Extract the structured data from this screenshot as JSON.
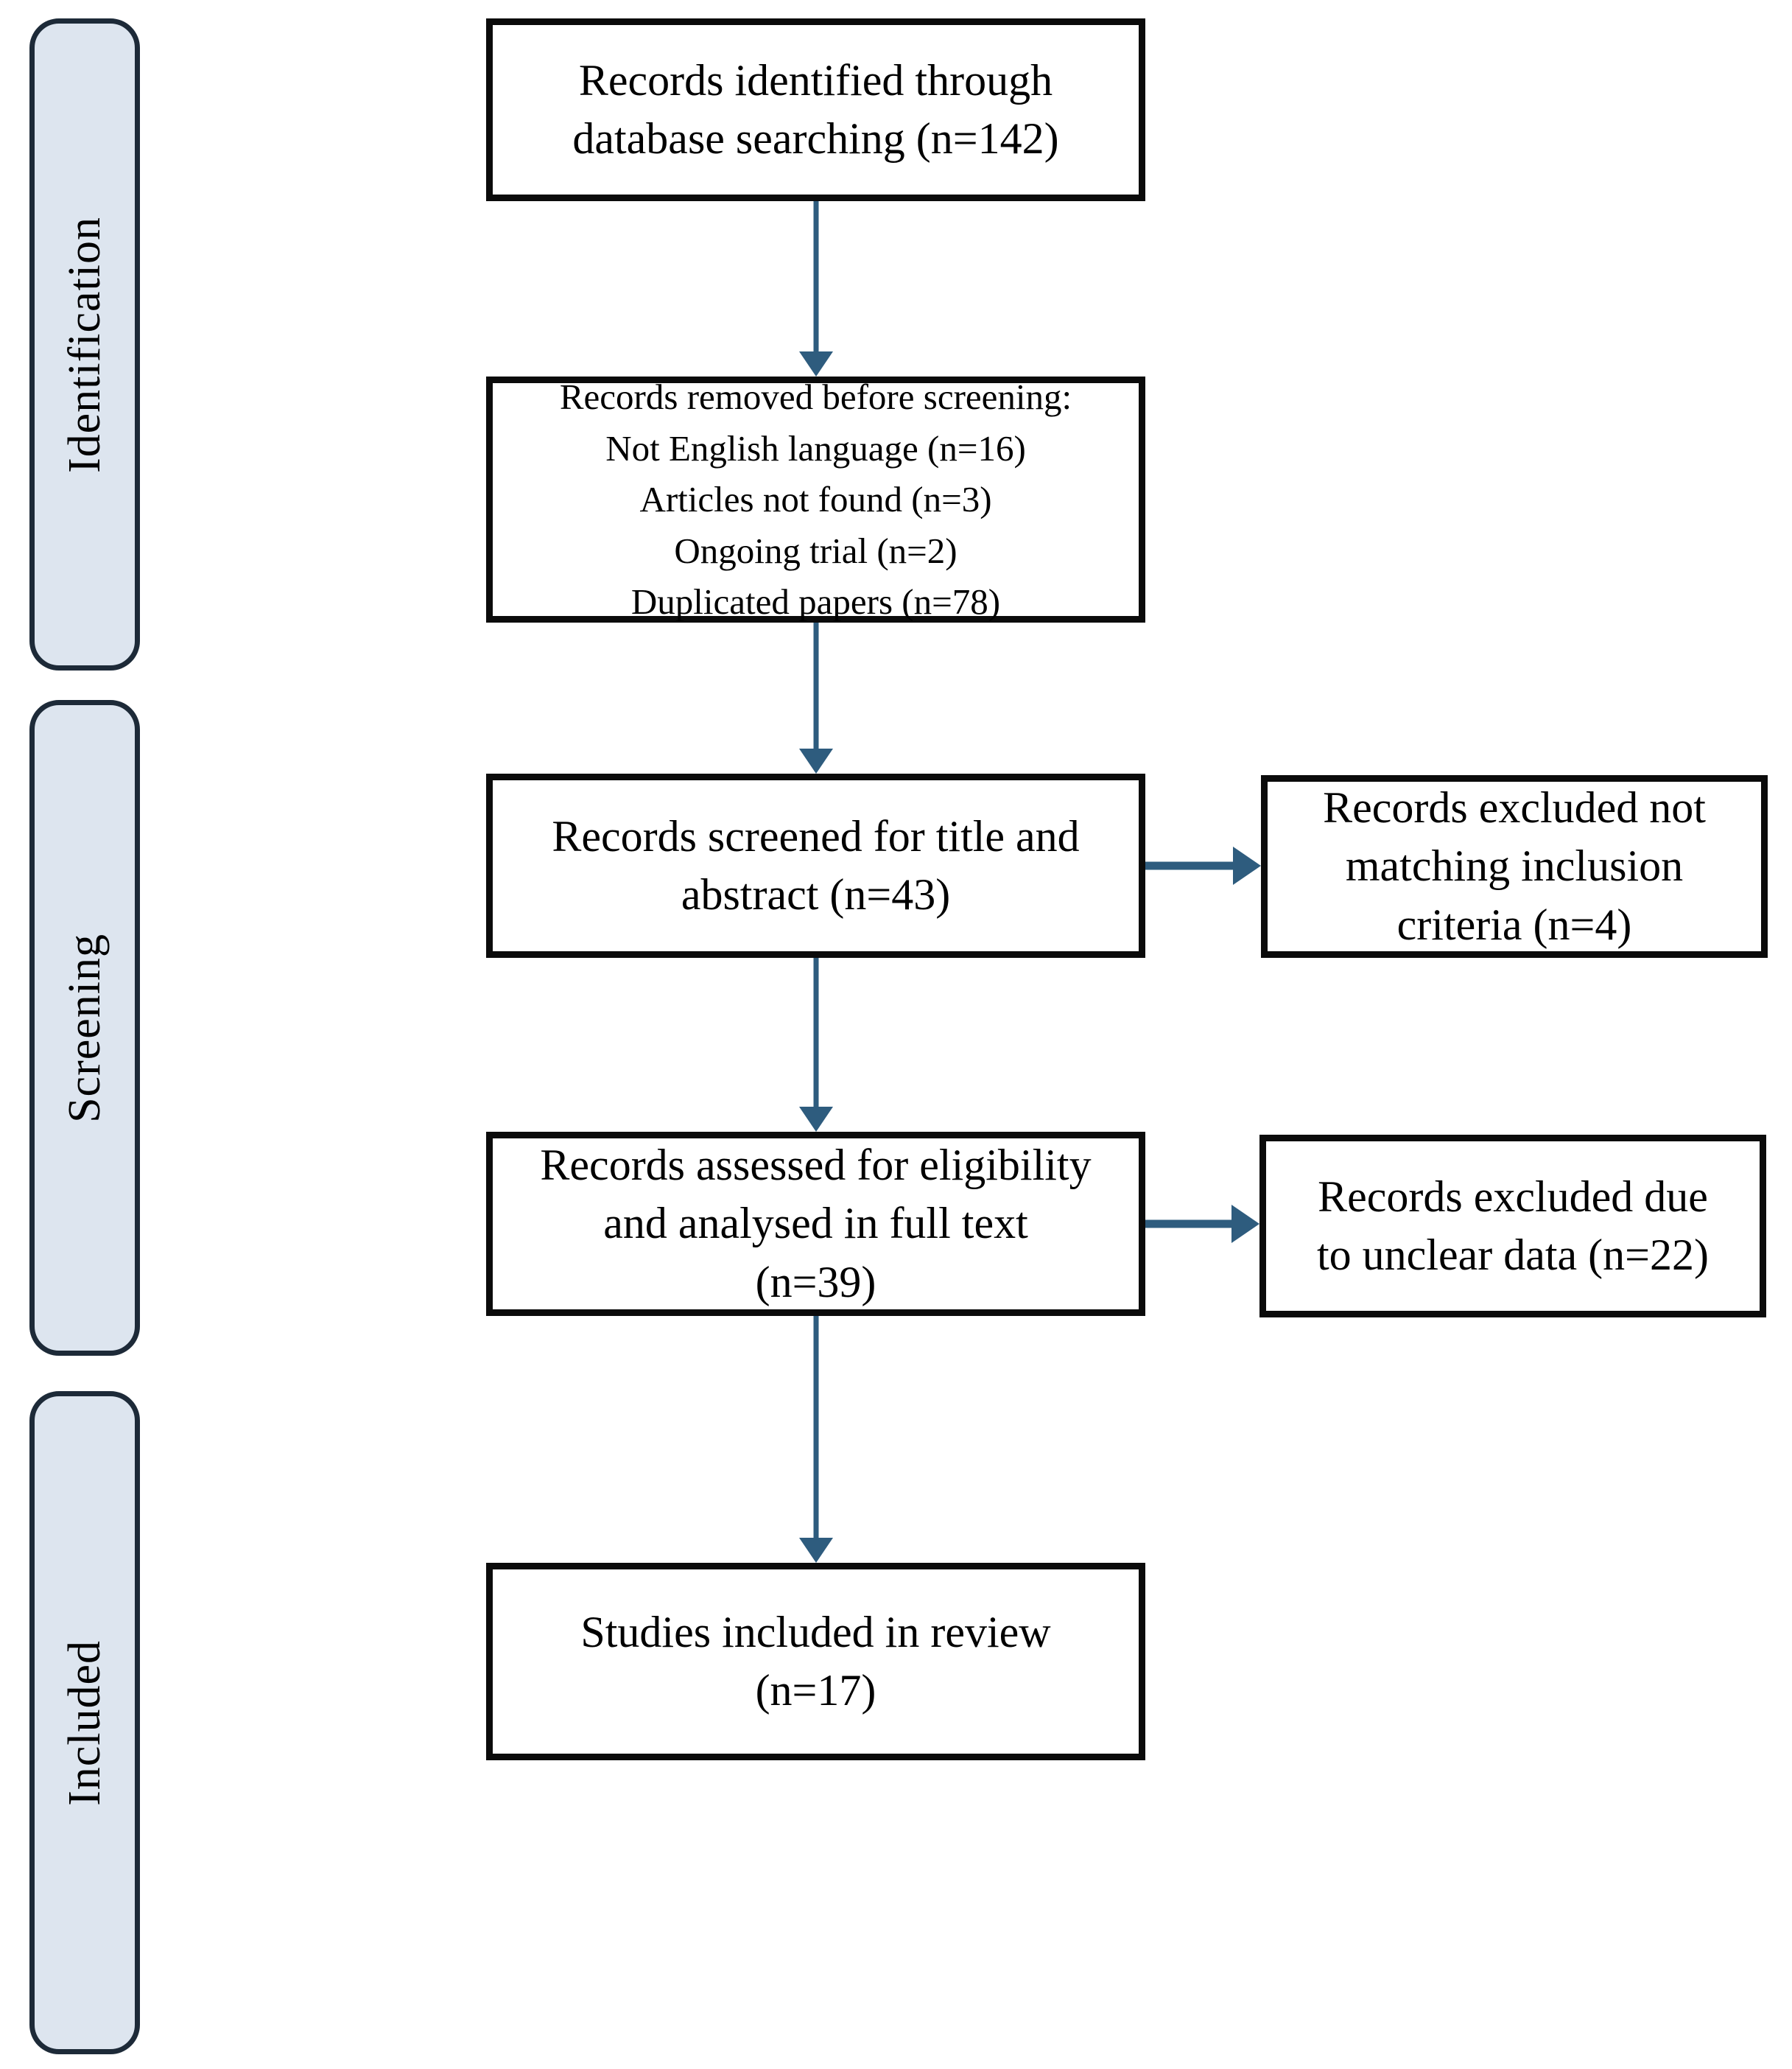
{
  "diagram": {
    "type": "prisma-flow-diagram",
    "accent_color": "#2e5c7e",
    "rail_fill_color": "#dde5ef",
    "rail_border_color": "#1d2a38",
    "box_border_color": "#0b0b0b",
    "stages": [
      {
        "id": "identification",
        "label": "Identification"
      },
      {
        "id": "screening",
        "label": "Screening"
      },
      {
        "id": "included",
        "label": "Included"
      }
    ],
    "boxes": [
      {
        "id": "records-identified",
        "text": "Records identified through\ndatabase searching (n=142)",
        "n": 142
      },
      {
        "id": "records-removed",
        "text": "Records removed before screening:\nNot English language (n=16)\nArticles not found (n=3)\nOngoing trial (n=2)\nDuplicated papers (n=78)",
        "reasons": [
          {
            "label": "Not English language",
            "n": 16
          },
          {
            "label": "Articles not found",
            "n": 3
          },
          {
            "label": "Ongoing trial",
            "n": 2
          },
          {
            "label": "Duplicated papers",
            "n": 78
          }
        ]
      },
      {
        "id": "records-screened",
        "text": "Records screened for title and\nabstract (n=43)",
        "n": 43
      },
      {
        "id": "records-excluded-inclusion",
        "text": "Records excluded not\nmatching inclusion\ncriteria (n=4)",
        "n": 4
      },
      {
        "id": "records-assessed",
        "text": "Records assessed for eligibility\nand analysed in full  text\n(n=39)",
        "n": 39
      },
      {
        "id": "records-excluded-unclear",
        "text": "Records excluded due\nto unclear data (n=22)",
        "n": 22
      },
      {
        "id": "studies-included",
        "text": "Studies included in review\n(n=17)",
        "n": 17
      }
    ]
  }
}
